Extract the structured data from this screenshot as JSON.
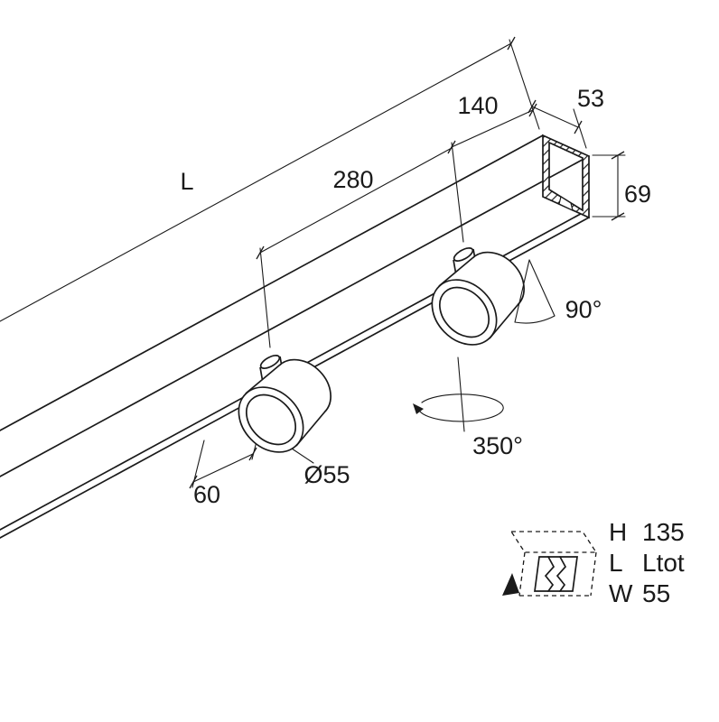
{
  "dims": {
    "d140": "140",
    "d53": "53",
    "dL": "L",
    "d280": "280",
    "d69": "69",
    "tilt": "90°",
    "rotation": "350°",
    "diameter": "Ø55",
    "d60": "60"
  },
  "spec": {
    "rows": [
      {
        "key": "H",
        "value": "135"
      },
      {
        "key": "L",
        "value": "Ltot"
      },
      {
        "key": "W",
        "value": "55"
      }
    ]
  },
  "icons": {
    "mounting": "recessed-mounting-icon"
  },
  "colors": {
    "ink": "#1a1a1a",
    "background": "#ffffff"
  }
}
